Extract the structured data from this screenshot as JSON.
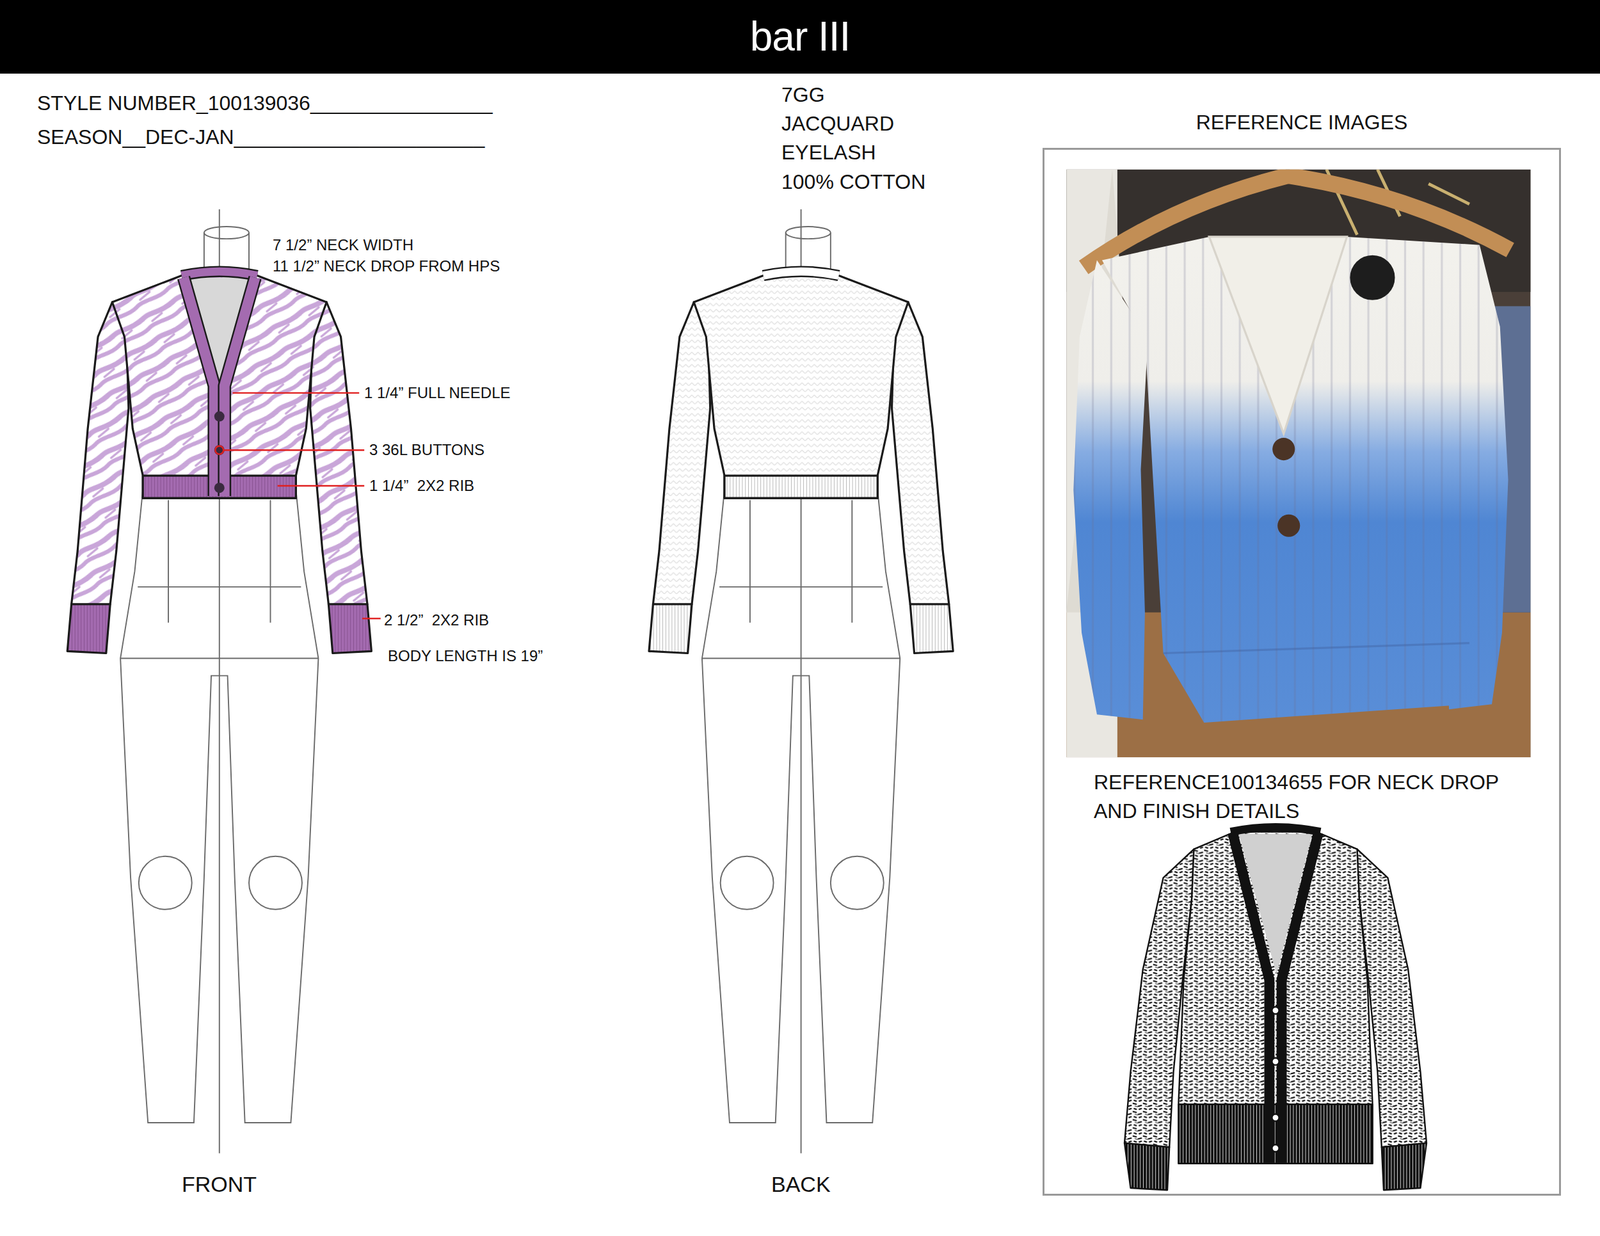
{
  "diagram": {
    "nodes": [
      {
        "text": [
          "bar III"
        ]
      },
      {
        "text": [
          "REFERENCE IMAGES",
          "REFERENCE100134655 FOR NECK DROP AND FINISH DETAILS"
        ]
      }
    ],
    "labels": [
      "STYLE NUMBER_100139036________________",
      "SEASON__DEC-JAN______________________",
      "7GG",
      "JACQUARD",
      "EYELASH",
      "100% COTTON",
      "7 1/2” NECK WIDTH",
      "11 1/2” NECK DROP FROM HPS",
      "1 1/4” FULL NEEDLE",
      "3 36L BUTTONS",
      "1 1/4”  2X2 RIB",
      "2 1/2”  2X2 RIB",
      "BODY LENGTH IS 19”",
      "FRONT",
      "BACK"
    ]
  }
}
